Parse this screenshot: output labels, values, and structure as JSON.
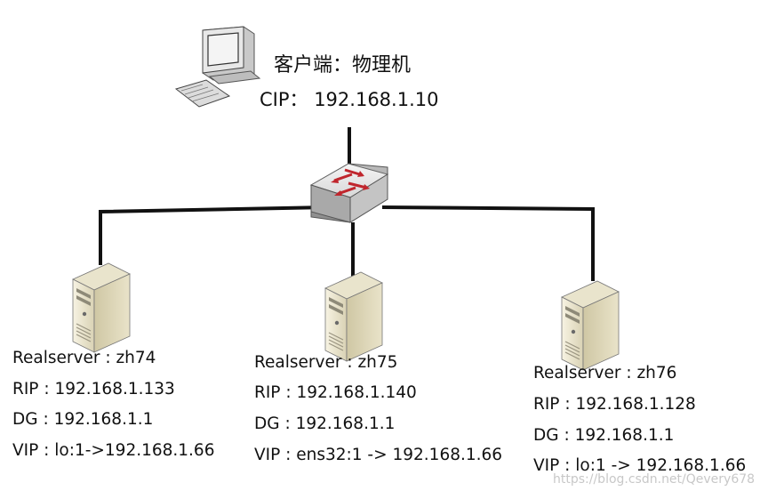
{
  "client": {
    "title": "客户端：物理机",
    "ip_line": "CIP：  192.168.1.10"
  },
  "servers": [
    {
      "name_line": "Realserver : zh74",
      "rip_line": "RIP : 192.168.1.133",
      "dg_line": "DG : 192.168.1.1",
      "vip_line": "VIP : lo:1->192.168.1.66"
    },
    {
      "name_line": "Realserver : zh75",
      "rip_line": "RIP : 192.168.1.140",
      "dg_line": "DG : 192.168.1.1",
      "vip_line": "VIP : ens32:1 -> 192.168.1.66"
    },
    {
      "name_line": "Realserver : zh76",
      "rip_line": "RIP : 192.168.1.128",
      "dg_line": "DG : 192.168.1.1",
      "vip_line": "VIP : lo:1 -> 192.168.1.66"
    }
  ],
  "watermark": "https://blog.csdn.net/Qevery678",
  "icons": {
    "client": "desktop-computer-icon",
    "switch": "network-switch-icon",
    "server": "tower-server-icon"
  },
  "colors": {
    "line": "#111111",
    "arrow": "#c0262d",
    "switch_top": "#e6e6e6",
    "server_body": "#f1ecd8"
  }
}
